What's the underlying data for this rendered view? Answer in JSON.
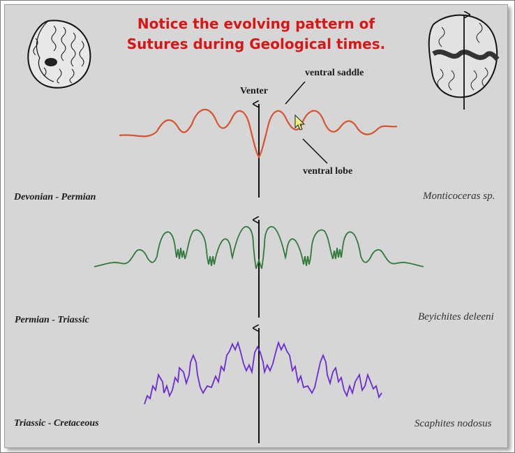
{
  "headline": {
    "line1": "Notice the evolving pattern of",
    "line2": "Sutures during Geological times."
  },
  "annotations": {
    "venter": "Venter",
    "ventral_saddle": "ventral saddle",
    "ventral_lobe": "ventral lobe"
  },
  "rows": [
    {
      "era": "Devonian - Permian",
      "species": "Monticoceras sp.",
      "color": "#d8532f"
    },
    {
      "era": "Permian - Triassic",
      "species": "Beyichites deleeni",
      "color": "#2f7a3a"
    },
    {
      "era": "Triassic - Cretaceous",
      "species": "Scaphites nodosus",
      "color": "#6a2bd4"
    }
  ],
  "icons": [
    "ammonite-side-view-icon",
    "ammonite-front-view-icon",
    "mouse-cursor-icon"
  ]
}
